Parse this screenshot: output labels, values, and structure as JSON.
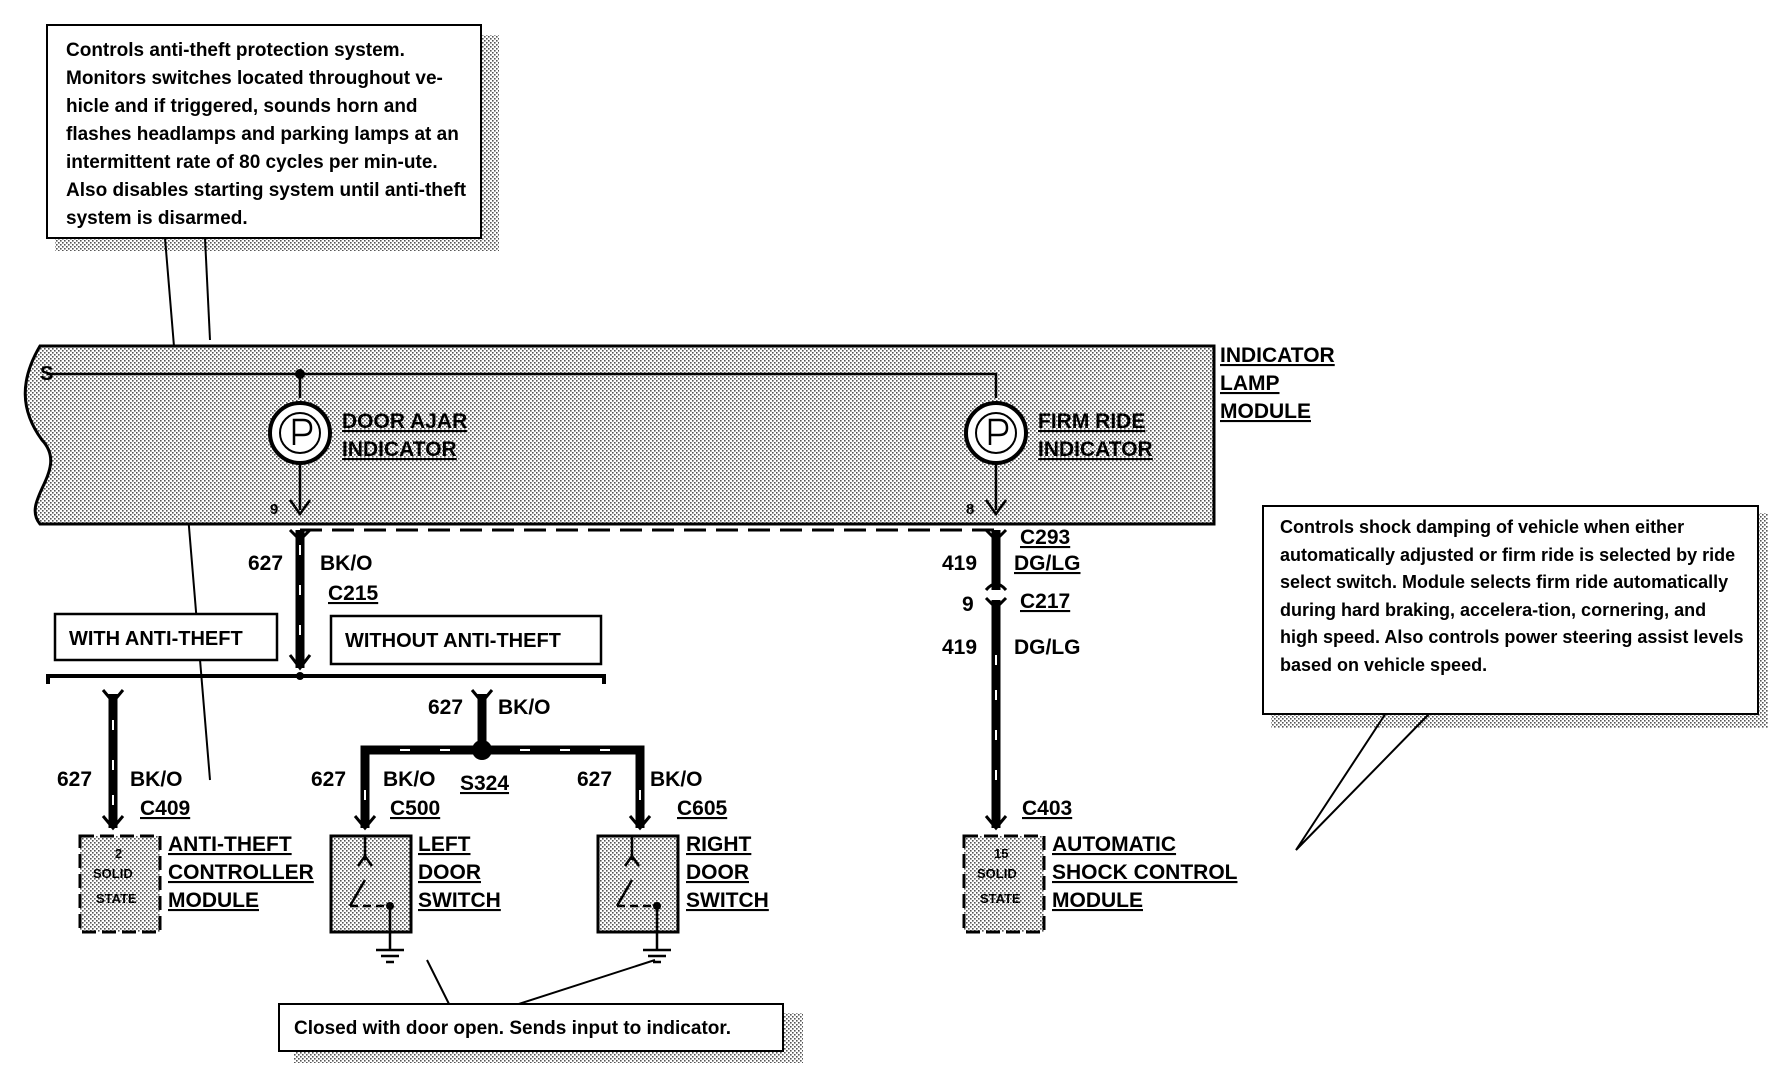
{
  "callouts": {
    "anti_theft": "Controls anti-theft protection system. Monitors switches located throughout ve-hicle and if triggered, sounds horn and flashes headlamps and parking lamps at an intermittent rate of 80 cycles per min-ute.  Also disables starting system until anti-theft system is disarmed.",
    "shock": "Controls shock damping of vehicle when either automatically adjusted or firm ride is selected by ride select switch. Module selects firm ride automatically during hard braking, accelera-tion, cornering, and high speed. Also controls power steering assist levels based on vehicle speed.",
    "door_switch": "Closed with door open. Sends input to indicator."
  },
  "module": {
    "name_line1": "INDICATOR",
    "name_line2": "LAMP",
    "name_line3": "MODULE",
    "supply_mark": "S",
    "door_ajar_line1": "DOOR AJAR",
    "door_ajar_line2": "INDICATOR",
    "firm_ride_line1": "FIRM RIDE",
    "firm_ride_line2": "INDICATOR",
    "pin_door": "9",
    "pin_firm": "8"
  },
  "wires": {
    "w627": "627",
    "bko": "BK/O",
    "w419": "419",
    "dglg": "DG/LG",
    "pin9": "9"
  },
  "connectors": {
    "c215": "C215",
    "c293": "C293",
    "c217": "C217",
    "c409": "C409",
    "c500": "C500",
    "c605": "C605",
    "c403": "C403",
    "s324": "S324"
  },
  "options": {
    "with": "WITH ANTI-THEFT",
    "without": "WITHOUT ANTI-THEFT"
  },
  "components": {
    "atc_pin": "2",
    "solid": "SOLID",
    "state": "STATE",
    "atc_line1": "ANTI-THEFT",
    "atc_line2": "CONTROLLER",
    "atc_line3": "MODULE",
    "left_line1": "LEFT",
    "left_line2": "DOOR",
    "left_line3": "SWITCH",
    "right_line1": "RIGHT",
    "right_line2": "DOOR",
    "right_line3": "SWITCH",
    "asc_pin": "15",
    "asc_line1": "AUTOMATIC",
    "asc_line2": "SHOCK CONTROL",
    "asc_line3": "MODULE"
  }
}
